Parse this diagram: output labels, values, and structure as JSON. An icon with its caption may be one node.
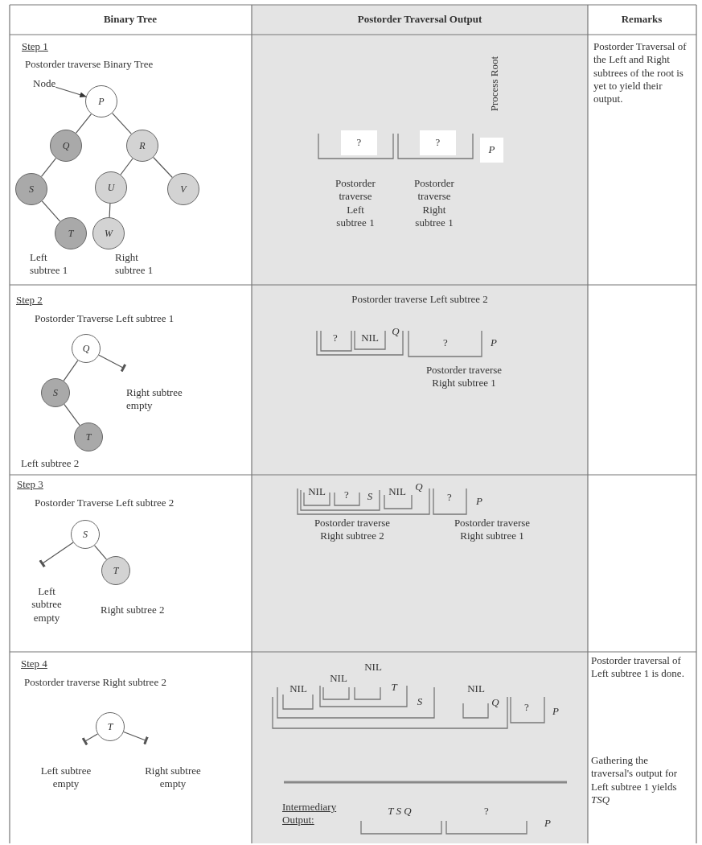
{
  "diagram": {
    "nodes": [
      {
        "text": [
          "Node"
        ]
      },
      {
        "text": [
          "P"
        ]
      },
      {
        "text": [
          "Q"
        ]
      },
      {
        "text": [
          "R"
        ]
      },
      {
        "text": [
          "S"
        ]
      },
      {
        "text": [
          "U"
        ]
      },
      {
        "text": [
          "V"
        ]
      },
      {
        "text": [
          "T"
        ]
      },
      {
        "text": [
          "W"
        ]
      },
      {
        "text": [
          "Q"
        ]
      },
      {
        "text": [
          "S"
        ]
      },
      {
        "text": [
          "T"
        ]
      },
      {
        "text": [
          "S"
        ]
      },
      {
        "text": [
          "T"
        ]
      },
      {
        "text": [
          "T"
        ]
      }
    ],
    "edges": [
      {
        "from": 0,
        "to": 1,
        "arrow": "to"
      },
      {
        "from": 1,
        "to": 2,
        "arrow": "none"
      },
      {
        "from": 1,
        "to": 3,
        "arrow": "none"
      },
      {
        "from": 2,
        "to": 4,
        "arrow": "none"
      },
      {
        "from": 4,
        "to": 7,
        "arrow": "none"
      },
      {
        "from": 3,
        "to": 5,
        "arrow": "none"
      },
      {
        "from": 3,
        "to": 6,
        "arrow": "none"
      },
      {
        "from": 5,
        "to": 8,
        "arrow": "none"
      },
      {
        "from": 9,
        "to": 10,
        "arrow": "none"
      },
      {
        "from": 9,
        "to": null,
        "arrow": "other"
      },
      {
        "from": 10,
        "to": 11,
        "arrow": "none"
      },
      {
        "from": 12,
        "to": null,
        "arrow": "other"
      },
      {
        "from": 12,
        "to": 13,
        "arrow": "none"
      },
      {
        "from": 14,
        "to": null,
        "arrow": "other"
      },
      {
        "from": 14,
        "to": null,
        "arrow": "other"
      }
    ],
    "labels": [
      "Binary Tree",
      "Postorder Traversal Output",
      "Remarks",
      "Step 1",
      "Postorder traverse Binary Tree",
      "Left subtree 1",
      "Right subtree 1",
      "Process Root",
      "?",
      "?",
      "P",
      "Postorder traverse Left subtree 1",
      "Postorder traverse Right subtree 1",
      "Postorder Traversal of the Left and Right subtrees of the root is yet to yield their output.",
      "Step 2",
      "Postorder Traverse Left subtree 1",
      "Right subtree empty",
      "Left subtree 2",
      "Postorder traverse Left subtree 2",
      "?",
      "NIL",
      "Q",
      "?",
      "P",
      "Postorder traverse Right subtree 1",
      "Step 3",
      "Postorder Traverse Left subtree 2",
      "Left subtree empty",
      "Right subtree 2",
      "NIL",
      "?",
      "S",
      "NIL",
      "Q",
      "?",
      "P",
      "Postorder traverse Right subtree 2",
      "Postorder traverse Right subtree 1",
      "Step 4",
      "Postorder traverse Right subtree 2",
      "Left subtree empty",
      "Right subtree empty",
      "NIL",
      "NIL",
      "NIL",
      "T",
      "S",
      "NIL",
      "Q",
      "?",
      "P",
      "Intermediary Output:",
      "T S Q",
      "?",
      "P",
      "Postorder traversal of Left subtree 1 is done.",
      "Gathering the traversal's output for Left subtree 1 yields *TSQ*"
    ]
  }
}
